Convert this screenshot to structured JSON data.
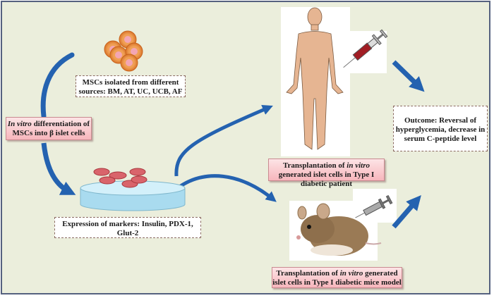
{
  "labels": {
    "msc_sources": "MSCs isolated from different sources: BM, AT, UC, UCB, AF",
    "differentiation_prefix_italic": "In vitro",
    "differentiation_suffix": " differentiation of MSCs into β islet cells",
    "markers": "Expression of markers: Insulin, PDX-1, Glut-2",
    "transplant_patient_pre": "Transplantation of ",
    "transplant_patient_italic": "in vitro",
    "transplant_patient_post": " generated islet cells in Type I diabetic patient",
    "transplant_mice_pre": "Transplantation of ",
    "transplant_mice_italic": "in vitro",
    "transplant_mice_post": " generated islet cells in Type I diabetic mice model",
    "outcome": "Outcome: Reversal of hyperglycemia, decrease in serum C-peptide  level"
  },
  "colors": {
    "background": "#ebeedc",
    "frame": "#55617f",
    "arrow": "#2462b0",
    "cell_outer": "#e98a3a",
    "cell_nucleus": "#f3a6b4",
    "islet_cell": "#d9646b",
    "dish": "#bfe6f5",
    "skin": "#e6b592"
  },
  "icons": [
    "msc-cells-icon",
    "petri-dish-icon",
    "islet-cells-icon",
    "human-body-icon",
    "syringe-icon",
    "mouse-icon"
  ]
}
